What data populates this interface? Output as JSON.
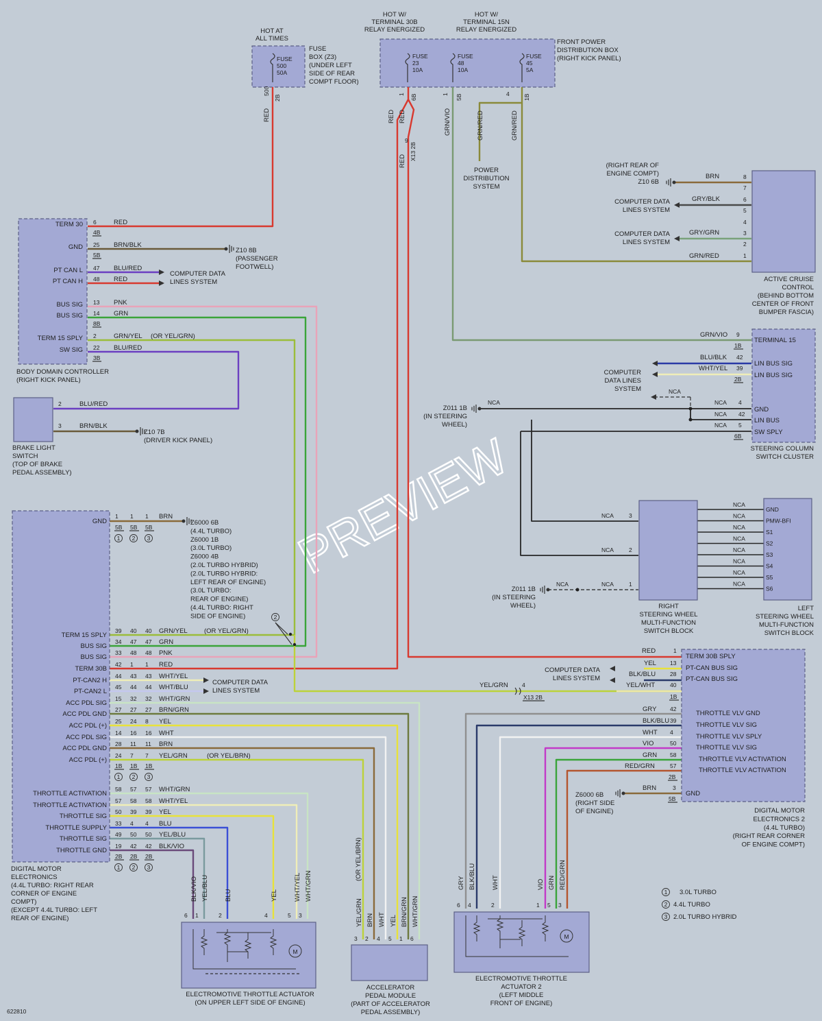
{
  "diagram_id": "622810",
  "watermark": "PREVIEW",
  "top": {
    "hot_at_all_times": [
      "HOT AT",
      "ALL TIMES"
    ],
    "hot_30b": [
      "HOT W/",
      "TERMINAL 30B",
      "RELAY ENERGIZED"
    ],
    "hot_15n": [
      "HOT W/",
      "TERMINAL 15N",
      "RELAY ENERGIZED"
    ],
    "fuse_box_label": [
      "FUSE",
      "BOX (Z3)",
      "(UNDER LEFT",
      "SIDE OF REAR",
      "COMPT FLOOR)"
    ],
    "front_power_box": [
      "FRONT POWER",
      "DISTRIBUTION BOX",
      "(RIGHT KICK PANEL)"
    ],
    "fuse500": [
      "FUSE",
      "500",
      "50A"
    ],
    "fuse23": [
      "FUSE",
      "23",
      "10A"
    ],
    "fuse48": [
      "FUSE",
      "48",
      "10A"
    ],
    "fuse45": [
      "FUSE",
      "45",
      "5A"
    ],
    "power_dist": [
      "POWER",
      "DISTRIBUTION",
      "SYSTEM"
    ]
  },
  "bdc": {
    "title": [
      "BODY DOMAIN CONTROLLER",
      "(RIGHT KICK PANEL)"
    ],
    "pins": [
      {
        "name": "TERM 30",
        "pin": "6",
        "wire": "RED",
        "conn": "4B"
      },
      {
        "name": "GND",
        "pin": "25",
        "wire": "BRN/BLK",
        "conn": "5B"
      },
      {
        "name": "PT CAN L",
        "pin": "47",
        "wire": "BLU/RED"
      },
      {
        "name": "PT CAN H",
        "pin": "48",
        "wire": "RED"
      },
      {
        "name": "BUS SIG",
        "pin": "13",
        "wire": "PNK"
      },
      {
        "name": "BUS SIG",
        "pin": "14",
        "wire": "GRN",
        "conn": "8B"
      },
      {
        "name": "TERM 15 SPLY",
        "pin": "2",
        "wire": "GRN/YEL",
        "note": "(OR YEL/GRN)"
      },
      {
        "name": "SW SIG",
        "pin": "22",
        "wire": "BLU/RED",
        "conn": "3B"
      }
    ],
    "gnd_ref": [
      "Z10 8B",
      "(PASSENGER",
      "FOOTWELL)"
    ],
    "cdls": [
      "COMPUTER DATA",
      "LINES SYSTEM"
    ]
  },
  "brake": {
    "title": [
      "BRAKE LIGHT",
      "SWITCH",
      "(TOP OF BRAKE",
      "PEDAL ASSEMBLY)"
    ],
    "pin2": "2",
    "wire2": "BLU/RED",
    "pin3": "3",
    "wire3": "BRN/BLK",
    "gnd": [
      "Z10 7B",
      "(DRIVER KICK PANEL)"
    ]
  },
  "acc": {
    "title": [
      "ACTIVE CRUISE",
      "CONTROL",
      "(BEHIND BOTTOM",
      "CENTER OF FRONT",
      "BUMPER FASCIA)"
    ],
    "gnd_ref": [
      "(RIGHT REAR OF",
      "ENGINE COMPT)",
      "Z10 6B"
    ],
    "cdls1": [
      "COMPUTER DATA",
      "LINES SYSTEM"
    ],
    "cdls2": [
      "COMPUTER DATA",
      "LINES SYSTEM"
    ],
    "w8": "BRN",
    "w6": "GRY/BLK",
    "w3": "GRY/GRN",
    "w1": "GRN/RED",
    "pins": [
      "8",
      "7",
      "6",
      "5",
      "4",
      "3",
      "2",
      "1"
    ]
  },
  "vert": {
    "w2": "RED",
    "c2b": "2B",
    "w_red_a": "RED",
    "w_red_b": "RED",
    "c6b": "6B",
    "pin9": "9",
    "x13": "X13 2B",
    "w_red_c": "RED",
    "w_grnvio": "GRN/VIO",
    "c5b": "5B",
    "w_grnred1": "GRN/RED",
    "w_grnred2": "GRN/RED",
    "pin4": "4",
    "c1b": "1B"
  },
  "scsc": {
    "title": [
      "STEERING COLUMN",
      "SWITCH CLUSTER"
    ],
    "term15": "TERMINAL 15",
    "w9": "GRN/VIO",
    "c1b": "1B",
    "lin1": "LIN BUS SIG",
    "lin2": "LIN BUS SIG",
    "w11": "BLU/BLK",
    "w12": "WHT/YEL",
    "c2b": "2B",
    "cdls": [
      "COMPUTER",
      "DATA LINES",
      "SYSTEM"
    ],
    "nca": "NCA",
    "gnd": "GND",
    "linbus": "LIN BUS",
    "swsply": "SW SPLY",
    "c6b": "6B",
    "z011": [
      "Z011 1B",
      "(IN STEERING",
      "WHEEL)"
    ]
  },
  "rsw": {
    "title": [
      "RIGHT",
      "STEERING WHEEL",
      "MULTI-FUNCTION",
      "SWITCH BLOCK"
    ],
    "z011": [
      "Z011 1B",
      "(IN STEERING",
      "WHEEL)"
    ],
    "nca": "NCA"
  },
  "lsw": {
    "title": [
      "LEFT",
      "STEERING WHEEL",
      "MULTI-FUNCTION",
      "SWITCH BLOCK"
    ],
    "pins": [
      "GND",
      "PMW-BFI",
      "S1",
      "S2",
      "S3",
      "S4",
      "S5",
      "S6"
    ],
    "nca": "NCA"
  },
  "dme": {
    "title": [
      "DIGITAL MOTOR",
      "ELECTRONICS",
      "(4.4L TURBO: RIGHT REAR",
      "CORNER OF ENGINE",
      "COMPT)",
      "(EXCEPT 4.4L TURBO: LEFT",
      "REAR OF ENGINE)"
    ],
    "gnd_ref": [
      "Z6000 6B",
      "(4.4L TURBO)",
      "Z6000 1B",
      "(3.0L TURBO)",
      "Z6000 4B",
      "(2.0L TURBO HYBRID)",
      "(2.0L TURBO HYBRID:",
      "LEFT REAR OF ENGINE)",
      "(3.0L TURBO:",
      "REAR OF ENGINE)",
      "(4.4L TURBO: RIGHT",
      "SIDE OF ENGINE)"
    ],
    "cdls": [
      "COMPUTER DATA",
      "LINES SYSTEM"
    ],
    "rows": [
      {
        "name": "TERM 15 SPLY",
        "p": [
          "39",
          "40",
          "40"
        ],
        "wire": "GRN/YEL",
        "note": "(OR YEL/GRN)"
      },
      {
        "name": "BUS SIG",
        "p": [
          "34",
          "47",
          "47"
        ],
        "wire": "GRN"
      },
      {
        "name": "BUS SIG",
        "p": [
          "33",
          "48",
          "48"
        ],
        "wire": "PNK"
      },
      {
        "name": "TERM 30B",
        "p": [
          "42",
          "1",
          "1"
        ],
        "wire": "RED"
      },
      {
        "name": "PT-CAN2 H",
        "p": [
          "44",
          "43",
          "43"
        ],
        "wire": "WHT/YEL"
      },
      {
        "name": "PT-CAN2 L",
        "p": [
          "45",
          "44",
          "44"
        ],
        "wire": "WHT/BLU"
      },
      {
        "name": "ACC PDL SIG",
        "p": [
          "15",
          "32",
          "32"
        ],
        "wire": "WHT/GRN"
      },
      {
        "name": "ACC PDL GND",
        "p": [
          "27",
          "27",
          "27"
        ],
        "wire": "BRN/GRN"
      },
      {
        "name": "ACC PDL (+)",
        "p": [
          "25",
          "24",
          "8"
        ],
        "wire": "YEL"
      },
      {
        "name": "ACC PDL SIG",
        "p": [
          "14",
          "16",
          "16"
        ],
        "wire": "WHT"
      },
      {
        "name": "ACC PDL GND",
        "p": [
          "28",
          "11",
          "11"
        ],
        "wire": "BRN"
      },
      {
        "name": "ACC PDL (+)",
        "p": [
          "24",
          "7",
          "7"
        ],
        "wire": "YEL/GRN",
        "note": "(OR YEL/BRN)"
      },
      {
        "name": "THROTTLE ACTIVATION",
        "p": [
          "58",
          "57",
          "57"
        ],
        "wire": "WHT/GRN"
      },
      {
        "name": "THROTTLE ACTIVATION",
        "p": [
          "57",
          "58",
          "58"
        ],
        "wire": "WHT/YEL"
      },
      {
        "name": "THROTTLE SIG",
        "p": [
          "50",
          "39",
          "39"
        ],
        "wire": "YEL"
      },
      {
        "name": "THROTTLE SUPPLY",
        "p": [
          "33",
          "4",
          "4"
        ],
        "wire": "BLU"
      },
      {
        "name": "THROTTLE SIG",
        "p": [
          "49",
          "50",
          "50"
        ],
        "wire": "YEL/BLU"
      },
      {
        "name": "THROTTLE GND",
        "p": [
          "19",
          "42",
          "42"
        ],
        "wire": "BLK/VIO"
      }
    ],
    "gnd_row": {
      "name": "GND",
      "p": [
        "1",
        "1",
        "1"
      ],
      "wire": "BRN"
    },
    "conn_5b": "5B",
    "conn_1b": "1B",
    "conn_2b": "2B",
    "v1": "1",
    "v2": "2",
    "v3": "3"
  },
  "dme2": {
    "title": [
      "DIGITAL MOTOR",
      "ELECTRONICS 2",
      "(4.4L TURBO)",
      "(RIGHT REAR CORNER",
      "OF ENGINE COMPT)"
    ],
    "term30b": "TERM 30B SPLY",
    "ptcan1": "PT-CAN BUS SIG",
    "ptcan2": "PT-CAN BUS SIG",
    "cdls": [
      "COMPUTER DATA",
      "LINES SYSTEM"
    ],
    "w1": "RED",
    "w13": "YEL",
    "w28": "BLK/BLU",
    "w40": "YEL/WHT",
    "yelgrn": "YEL/GRN",
    "x13": "X13 2B",
    "p4": "4",
    "c1b": "1B",
    "thr": [
      {
        "name": "THROTTLE VLV GND",
        "pin": "42",
        "wire": "GRY"
      },
      {
        "name": "THROTTLE VLV SIG",
        "pin": "39",
        "wire": "BLK/BLU"
      },
      {
        "name": "THROTTLE VLV SPLY",
        "pin": "4",
        "wire": "WHT"
      },
      {
        "name": "THROTTLE VLV SIG",
        "pin": "50",
        "wire": "VIO"
      },
      {
        "name": "THROTTLE VLV ACTIVATION",
        "pin": "58",
        "wire": "GRN"
      },
      {
        "name": "THROTTLE VLV ACTIVATION",
        "pin": "57",
        "wire": "RED/GRN"
      }
    ],
    "c2b": "2B",
    "gnd": "GND",
    "gnd_pin": "3",
    "gnd_wire": "BRN",
    "c5b": "5B",
    "z6000": [
      "Z6000 6B",
      "(RIGHT SIDE",
      "OF ENGINE)"
    ],
    "p1": "1",
    "p13": "13",
    "p28": "28",
    "p40": "40"
  },
  "eta": {
    "title": [
      "ELECTROMOTIVE THROTTLE ACTUATOR",
      "(ON UPPER LEFT SIDE OF ENGINE)"
    ],
    "wires": [
      "BLK/VIO",
      "YEL/BLU",
      "BLU",
      "YEL",
      "WHT/YEL",
      "WHT/GRN"
    ],
    "pins": [
      "6",
      "1",
      "2",
      "4",
      "5",
      "3"
    ]
  },
  "apm": {
    "title": [
      "ACCELERATOR",
      "PEDAL MODULE",
      "(PART OF ACCELERATOR",
      "PEDAL ASSEMBLY)"
    ],
    "wires": [
      "YEL/GRN",
      "BRN",
      "WHT",
      "YEL",
      "BRN/GRN",
      "WHT/GRN"
    ],
    "pins": [
      "3",
      "2",
      "4",
      "5",
      "1",
      "6"
    ],
    "note": "(OR YEL/BRN)"
  },
  "eta2": {
    "title": [
      "ELECTROMOTIVE THROTTLE",
      "ACTUATOR 2",
      "(LEFT MIDDLE",
      "FRONT OF ENGINE)"
    ],
    "wires": [
      "GRY",
      "BLK/BLU",
      "WHT",
      "VIO",
      "GRN",
      "RED/GRN"
    ],
    "pins": [
      "6",
      "4",
      "2",
      "1",
      "5",
      "3"
    ]
  },
  "legend": [
    {
      "n": "1",
      "t": "3.0L TURBO"
    },
    {
      "n": "2",
      "t": "4.4L TURBO"
    },
    {
      "n": "3",
      "t": "2.0L TURBO HYBRID"
    }
  ],
  "colors": {
    "red": "#d8392f",
    "grn": "#3aa43a",
    "pnk": "#e9a3b9",
    "grnyel": "#9bbd3a",
    "blu": "#3a4fd6",
    "bluRed": "#6b3fc1",
    "brn": "#8a6a3a",
    "brnblk": "#6a5a3a",
    "yel": "#e8e23a",
    "wht": "#f2f2f2",
    "blk": "#262626",
    "gry": "#8f8f8f",
    "vio": "#c23ac8",
    "grnvio": "#7a9a72",
    "grnred": "#8a8a3a",
    "redgrn": "#b4552e",
    "whtgrn": "#c8e4c4",
    "whtyel": "#efeeb8",
    "whtblu": "#c4c8ee",
    "yelgrn": "#bcd23a",
    "brngrn": "#6d7a3e",
    "yelblu": "#7a9a9e",
    "blkvio": "#6a4a7a",
    "yelwht": "#eee8a4",
    "blkblu": "#2a3a6a",
    "grygrn": "#7aa27a",
    "gryblk": "#4a4a4a",
    "bluBlk": "#2a3aa6"
  }
}
